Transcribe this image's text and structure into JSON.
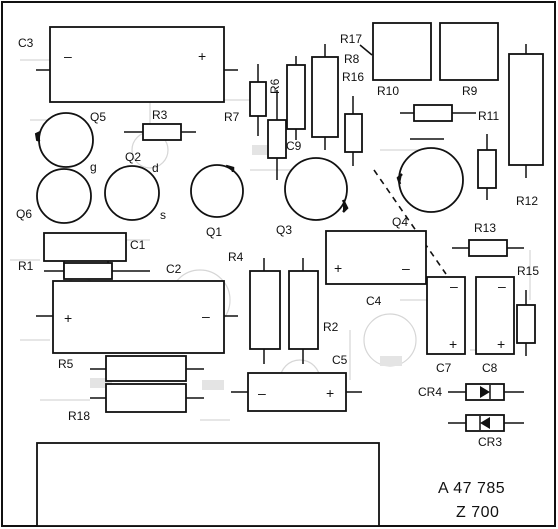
{
  "diagram": {
    "reference_lines": [
      "A 47 785",
      "Z 700"
    ],
    "polarity": {
      "plus": "+",
      "minus": "–"
    },
    "transistor_pins": {
      "gate": "g",
      "drain": "d",
      "source": "s"
    },
    "labels": {
      "C1": "C1",
      "C2": "C2",
      "C3": "C3",
      "C4": "C4",
      "C5": "C5",
      "C7": "C7",
      "C8": "C8",
      "C9": "C9",
      "Q1": "Q1",
      "Q2": "Q2",
      "Q3": "Q3",
      "Q4": "Q4",
      "Q5": "Q5",
      "Q6": "Q6",
      "R1": "R1",
      "R2": "R2",
      "R3": "R3",
      "R4": "R4",
      "R5": "R5",
      "R6": "R6",
      "R7": "R7",
      "R8": "R8",
      "R9": "R9",
      "R10": "R10",
      "R11": "R11",
      "R12": "R12",
      "R13": "R13",
      "R15": "R15",
      "R16": "R16",
      "R17": "R17",
      "R18": "R18",
      "CR3": "CR3",
      "CR4": "CR4"
    }
  }
}
